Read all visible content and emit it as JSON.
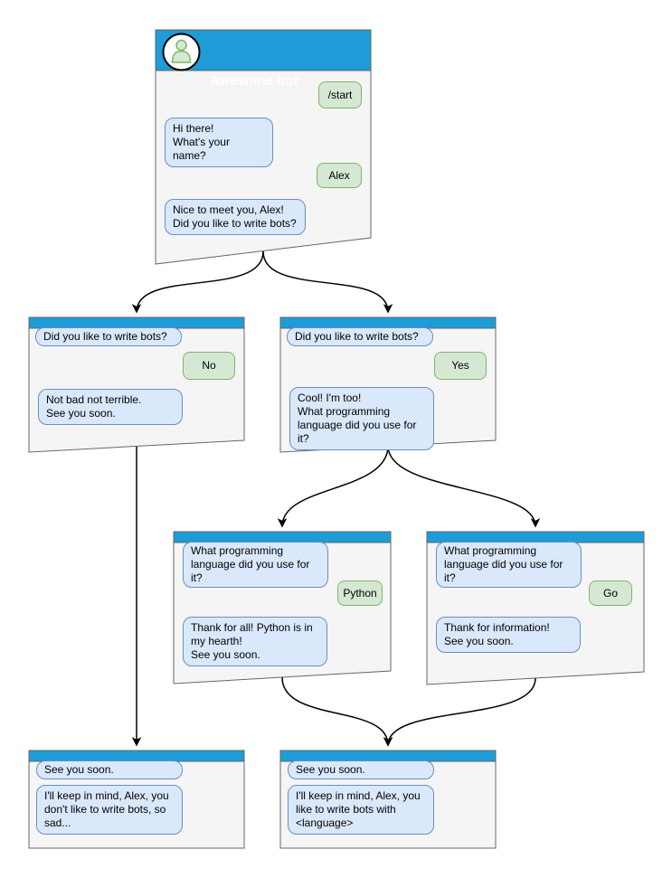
{
  "colors": {
    "header_blue": "#1e9cd7",
    "window_fill": "#f5f5f5",
    "window_border": "#666666",
    "bot_bubble_fill": "#dae8fc",
    "bot_bubble_border": "#6c8ebf",
    "user_bubble_fill": "#d5e8d4",
    "user_bubble_border": "#82b366",
    "arrow": "#000000",
    "text": "#000000",
    "title_text": "#ffffff"
  },
  "windows": {
    "main": {
      "title": "Awesome bot",
      "avatar_icon": "person-icon",
      "messages": {
        "start": {
          "side": "user",
          "text": "/start"
        },
        "greeting": {
          "side": "bot",
          "text": "Hi there!\nWhat's your name?"
        },
        "name": {
          "side": "user",
          "text": "Alex"
        },
        "ask_bots": {
          "side": "bot",
          "text": "Nice to meet you, Alex!\nDid you like to write bots?"
        }
      }
    },
    "no_branch": {
      "messages": {
        "question": {
          "side": "bot",
          "text": "Did you like to write bots?"
        },
        "answer": {
          "side": "user",
          "text": "No"
        },
        "reply": {
          "side": "bot",
          "text": "Not bad not terrible.\nSee you soon."
        }
      }
    },
    "yes_branch": {
      "messages": {
        "question": {
          "side": "bot",
          "text": "Did you like to write bots?"
        },
        "answer": {
          "side": "user",
          "text": "Yes"
        },
        "reply": {
          "side": "bot",
          "text": "Cool! I'm too!\nWhat programming\nlanguage did you use for it?"
        }
      }
    },
    "python_branch": {
      "messages": {
        "question": {
          "side": "bot",
          "text": "What programming\nlanguage did you use for it?"
        },
        "answer": {
          "side": "user",
          "text": "Python"
        },
        "reply": {
          "side": "bot",
          "text": "Thank for all! Python is in\nmy hearth!\nSee you soon."
        }
      }
    },
    "go_branch": {
      "messages": {
        "question": {
          "side": "bot",
          "text": "What programming\nlanguage did you use for it?"
        },
        "answer": {
          "side": "user",
          "text": "Go"
        },
        "reply": {
          "side": "bot",
          "text": "Thank for information!\nSee you soon."
        }
      }
    },
    "end_left": {
      "messages": {
        "recap": {
          "side": "bot",
          "text": "See you soon."
        },
        "final": {
          "side": "bot",
          "text": "I'll keep in mind, Alex, you\ndon't like to write bots, so\nsad..."
        }
      }
    },
    "end_right": {
      "messages": {
        "recap": {
          "side": "bot",
          "text": "See you soon."
        },
        "final": {
          "side": "bot",
          "text": "I'll keep in mind, Alex, you\nlike to write bots with\n<language>"
        }
      }
    }
  },
  "edges": [
    {
      "from": "main",
      "to": "no_branch"
    },
    {
      "from": "main",
      "to": "yes_branch"
    },
    {
      "from": "yes_branch",
      "to": "python_branch"
    },
    {
      "from": "yes_branch",
      "to": "go_branch"
    },
    {
      "from": "no_branch",
      "to": "end_left"
    },
    {
      "from": "python_branch",
      "to": "end_right"
    },
    {
      "from": "go_branch",
      "to": "end_right"
    }
  ]
}
